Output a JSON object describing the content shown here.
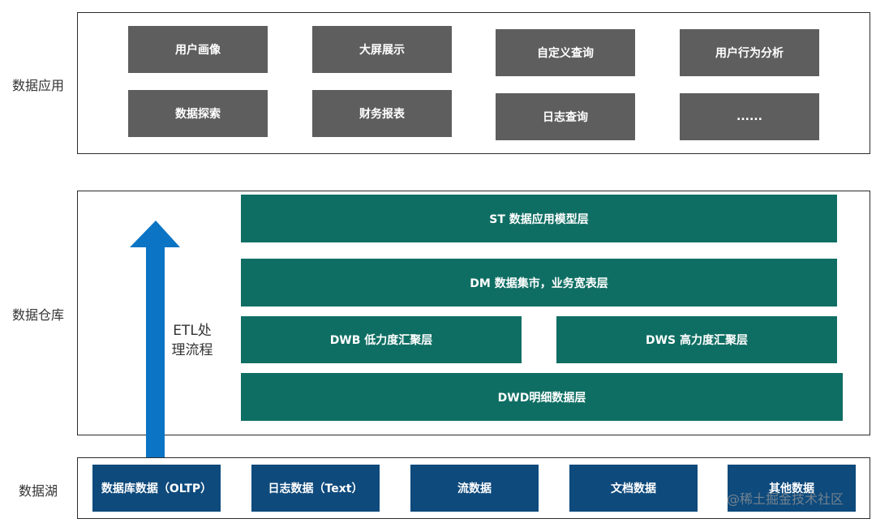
{
  "layers": {
    "app": {
      "label": "数据应用",
      "blocks": [
        "用户画像",
        "大屏展示",
        "自定义查询",
        "用户行为分析",
        "数据探索",
        "财务报表",
        "日志查询",
        "......"
      ]
    },
    "dw": {
      "label": "数据仓库",
      "st": "ST 数据应用模型层",
      "dm": "DM 数据集市，业务宽表层",
      "dwb": "DWB 低力度汇聚层",
      "dws": "DWS 高力度汇聚层",
      "dwd": "DWD明细数据层"
    },
    "lake": {
      "label": "数据湖",
      "blocks": [
        "数据库数据（OLTP）",
        "日志数据（Text）",
        "流数据",
        "文档数据",
        "其他数据"
      ]
    }
  },
  "etl": {
    "line1": "ETL处",
    "line2": "理流程"
  },
  "watermark": "@稀土掘金技术社区",
  "colors": {
    "app_block": "#5e5e5e",
    "dw_block": "#0f6e63",
    "lake_block": "#0e4a7c",
    "arrow": "#0b74c4",
    "border": "#2b2b2b"
  }
}
